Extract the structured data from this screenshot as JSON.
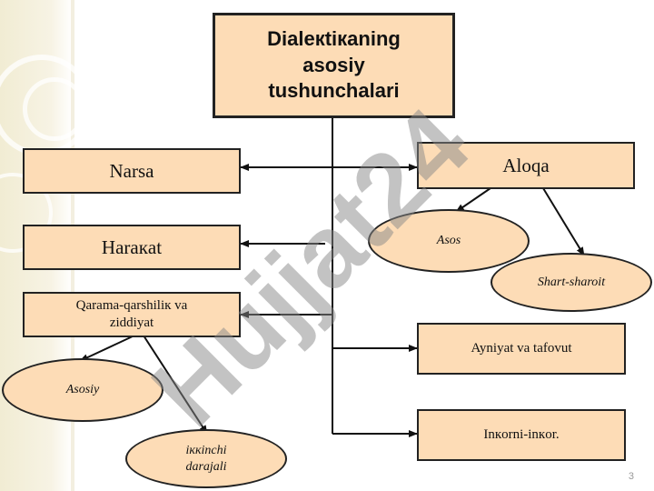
{
  "diagram": {
    "title": "Dialeкtiкaning asosiy tushunchalari",
    "nodes": {
      "narsa": "Narsa",
      "harakat": "Нarакat",
      "qarama": "Qarama-qarshiliк va ziddiyat",
      "aloqa": "Aloqa",
      "asos": "Asos",
      "shart": "Shart-sharoit",
      "ayniyat": "Ayniyat va tafovut",
      "inkor": "Inкorni-inкor.",
      "asosiy": "Asosiy",
      "ikkinchi": "iккinchi darajali"
    }
  },
  "watermark": "Hujjat24",
  "slide_number": "3"
}
